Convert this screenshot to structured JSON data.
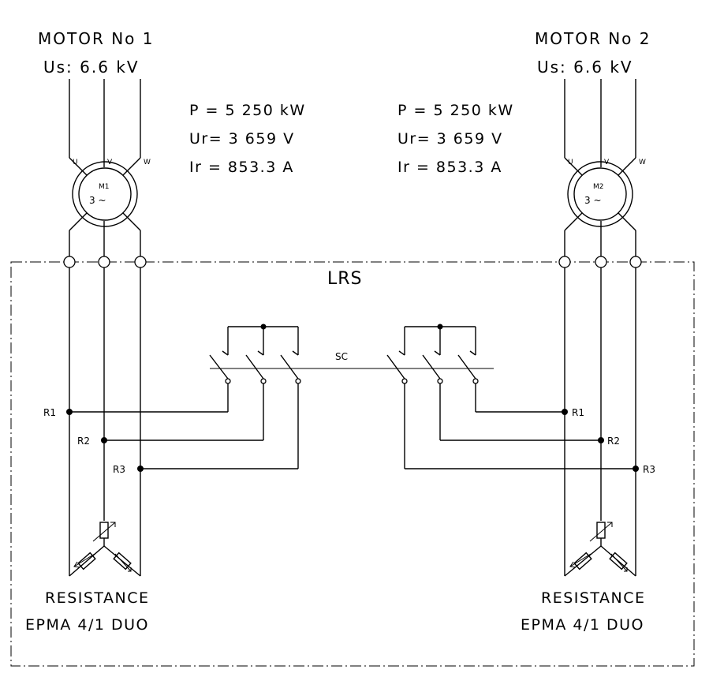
{
  "motors": [
    {
      "title": "MOTOR No 1",
      "voltage": "Us: 6.6 kV",
      "power": "P = 5 250 kW",
      "rated_voltage": "Ur= 3 659 V",
      "rated_current": "Ir = 853.3 A",
      "symbol_id": "M1",
      "symbol_phase": "3 ~",
      "terminals": [
        "U",
        "V",
        "W"
      ]
    },
    {
      "title": "MOTOR No 2",
      "voltage": "Us: 6.6 kV",
      "power": "P = 5 250 kW",
      "rated_voltage": "Ur= 3 659 V",
      "rated_current": "Ir = 853.3 A",
      "symbol_id": "M2",
      "symbol_phase": "3 ~",
      "terminals": [
        "U",
        "V",
        "W"
      ]
    }
  ],
  "enclosure_label": "LRS",
  "switch_label": "SC",
  "ring_labels": [
    "R1",
    "R2",
    "R3"
  ],
  "resistors": [
    {
      "label": "RESISTANCE",
      "model": "EPMA 4/1 DUO"
    },
    {
      "label": "RESISTANCE",
      "model": "EPMA 4/1 DUO"
    }
  ]
}
